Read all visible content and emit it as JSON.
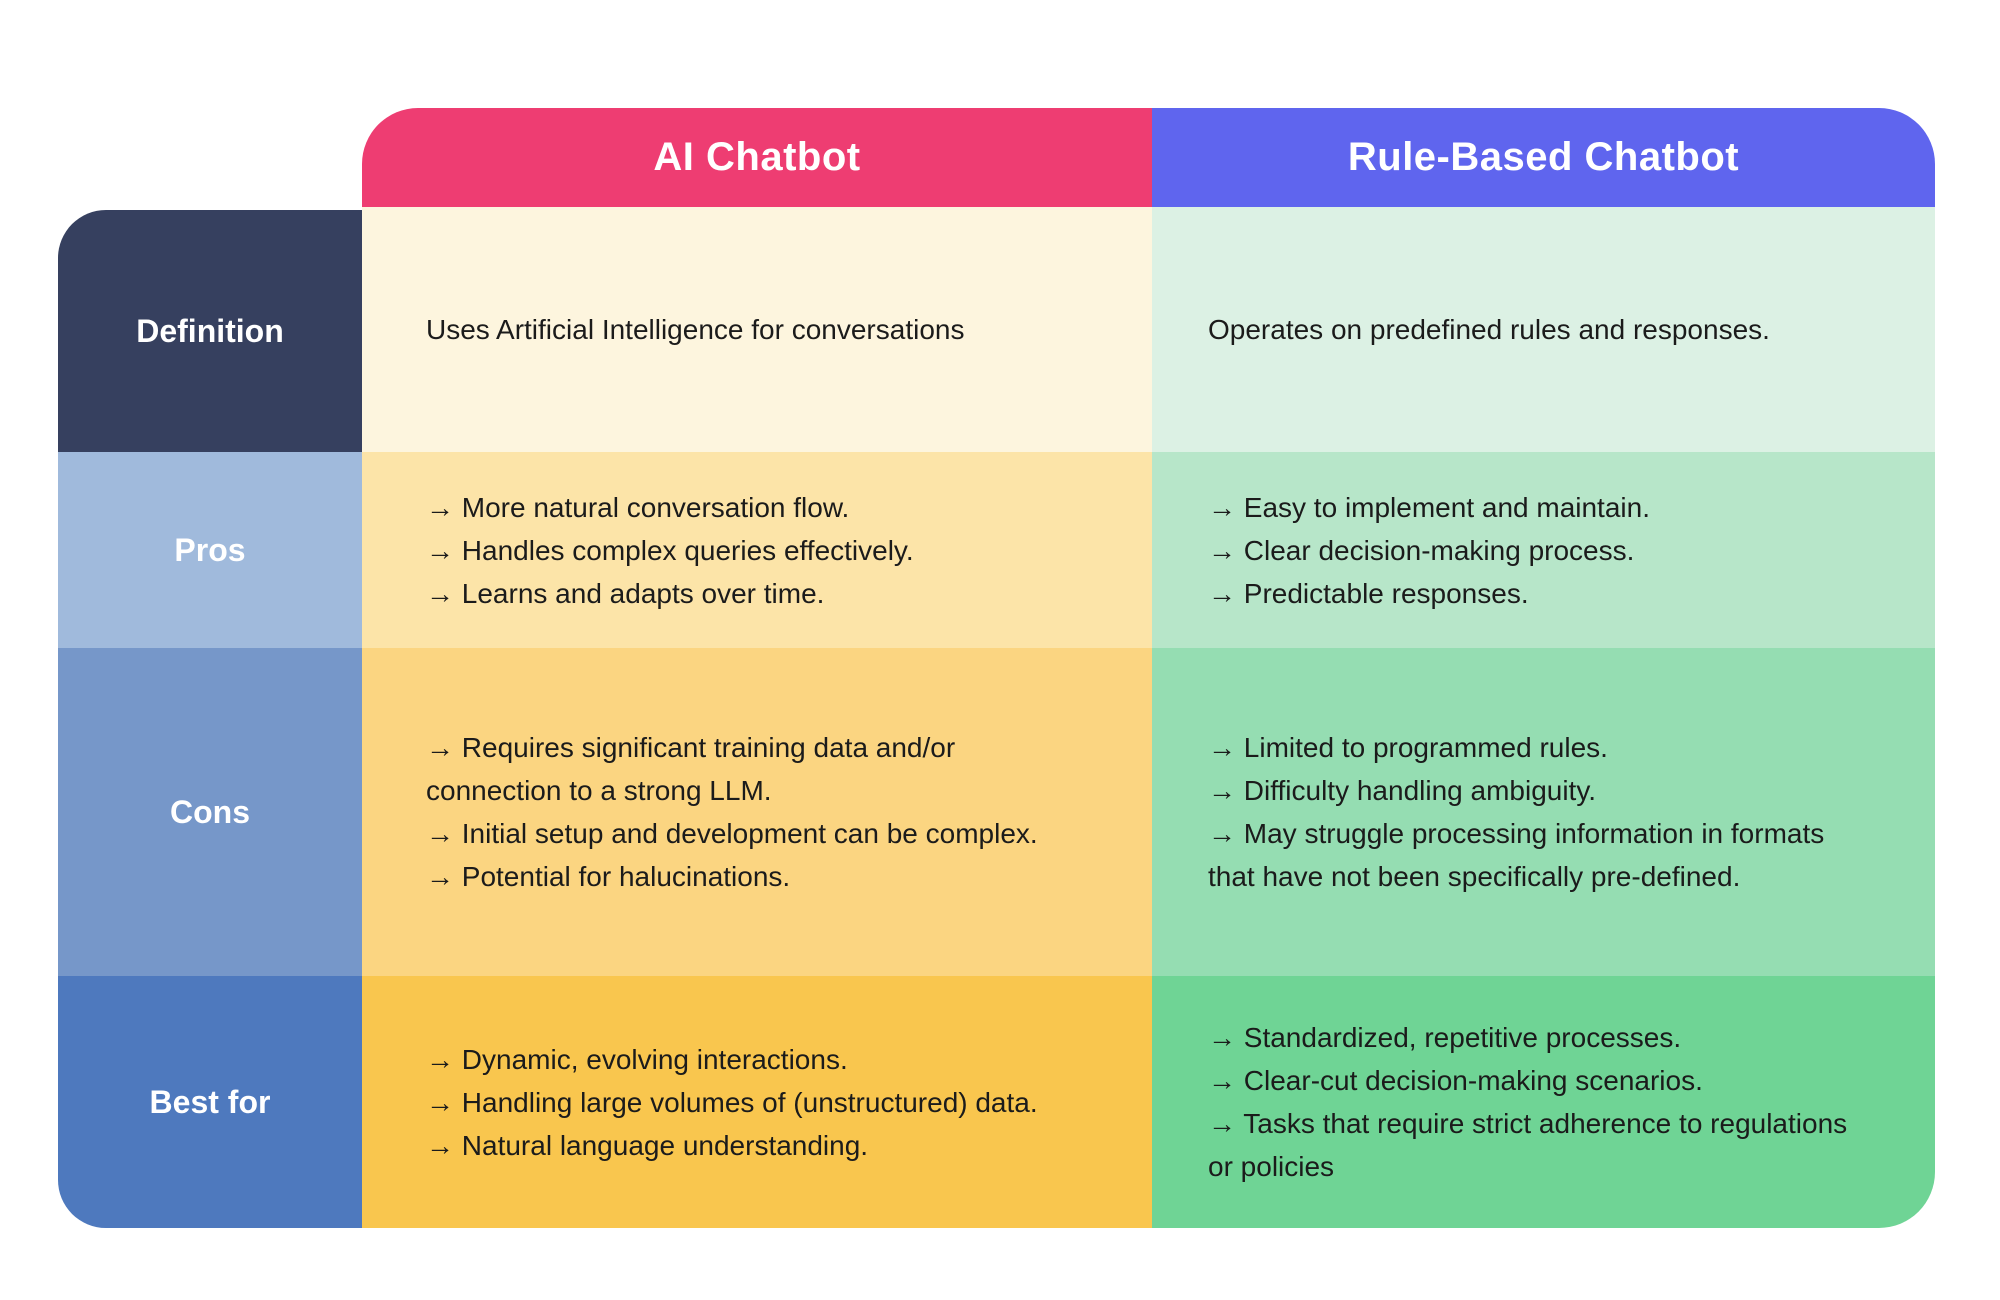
{
  "meta": {
    "background_color": "#FFFFFF",
    "body_text_color": "#1B1B1B",
    "arrow_glyph": "→"
  },
  "header": {
    "columns": [
      {
        "label": "AI Chatbot",
        "bg": "#EE3D72",
        "text_color": "#FFFFFF"
      },
      {
        "label": "Rule-Based Chatbot",
        "bg": "#5F65EE",
        "text_color": "#FFFFFF"
      }
    ]
  },
  "rows": [
    {
      "label": "Definition",
      "label_bg": "#36405F",
      "ai": {
        "bg": "#FDF5DE",
        "text": "Uses Artificial Intelligence for conversations"
      },
      "rule": {
        "bg": "#DCF1E4",
        "text": "Operates on predefined rules and responses."
      }
    },
    {
      "label": "Pros",
      "label_bg": "#A0BADC",
      "ai": {
        "bg": "#FCE4A8",
        "items": [
          "→ More natural conversation flow.",
          "→ Handles complex queries effectively.",
          "→ Learns and adapts over time."
        ]
      },
      "rule": {
        "bg": "#B7E6C9",
        "items": [
          "→ Easy to implement and maintain.",
          "→ Clear decision-making process.",
          "→ Predictable responses."
        ]
      }
    },
    {
      "label": "Cons",
      "label_bg": "#7697C9",
      "ai": {
        "bg": "#FBD581",
        "items": [
          "→ Requires significant training data and/or connection to a strong LLM.",
          "→ Initial setup and development can be complex.",
          "→ Potential for halucinations."
        ]
      },
      "rule": {
        "bg": "#95DDB2",
        "items": [
          "→ Limited to programmed rules.",
          "→ Difficulty handling ambiguity.",
          "→ May struggle processing information in formats that have not been specifically pre-defined."
        ]
      }
    },
    {
      "label": "Best for",
      "label_bg": "#4E79BE",
      "ai": {
        "bg": "#F9C64E",
        "items": [
          "→ Dynamic, evolving interactions.",
          "→ Handling large volumes of (unstructured) data.",
          "→ Natural language understanding."
        ]
      },
      "rule": {
        "bg": "#6FD495",
        "items": [
          "→ Standardized, repetitive processes.",
          "→ Clear-cut decision-making scenarios.",
          "→ Tasks that require strict adherence to regulations or policies"
        ]
      }
    }
  ]
}
